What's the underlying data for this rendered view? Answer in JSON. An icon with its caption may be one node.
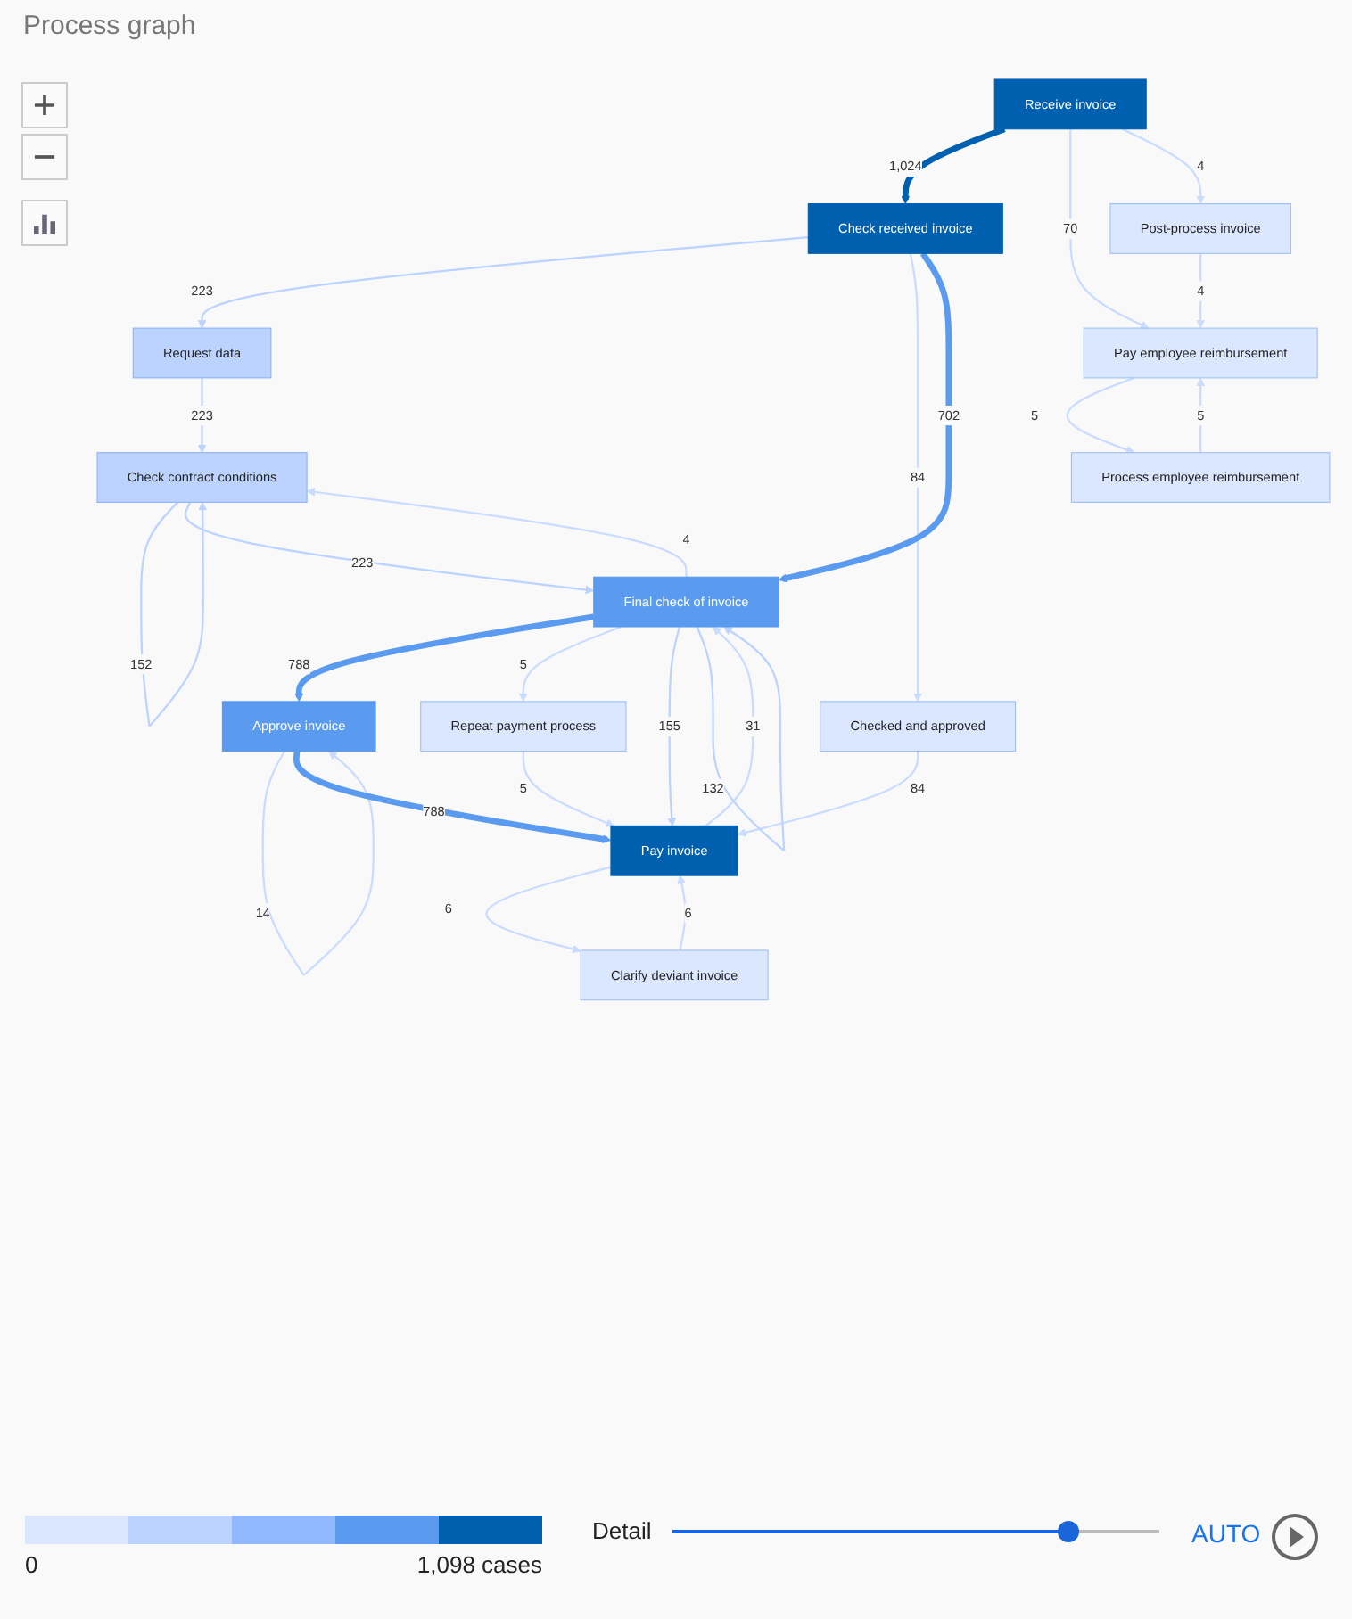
{
  "diagram": {
    "title": "Process graph",
    "nodes": [
      {
        "text": [
          "Receive invoice"
        ]
      },
      {
        "text": [
          "Pay employee reimbursement"
        ]
      },
      {
        "text": [
          "Process employee reimbursement"
        ]
      },
      {
        "text": [
          "Check received invoice"
        ]
      },
      {
        "text": [
          "Checked and approved"
        ]
      },
      {
        "text": [
          "Request data"
        ]
      },
      {
        "text": [
          "Post-process invoice"
        ]
      },
      {
        "text": [
          "Check contract conditions"
        ]
      },
      {
        "text": [
          "Final check of invoice"
        ]
      },
      {
        "text": [
          "Approve invoice"
        ]
      },
      {
        "text": [
          "Repeat payment process"
        ]
      },
      {
        "text": [
          "Pay invoice"
        ]
      },
      {
        "text": [
          "Clarify deviant invoice"
        ]
      }
    ],
    "edges": [
      {
        "from": 0,
        "to": 3,
        "arrow": "to",
        "label": "1,024",
        "style": "thick",
        "color": "#0060b0"
      },
      {
        "from": 3,
        "to": 5,
        "arrow": "to",
        "label": "223",
        "color": "#bcd3ff"
      },
      {
        "from": 5,
        "to": 7,
        "arrow": "to",
        "label": "223",
        "color": "#bcd3ff"
      },
      {
        "from": 7,
        "to": 7,
        "arrow": "to",
        "label": "152",
        "color": "#bcd3ff"
      },
      {
        "from": 7,
        "to": 8,
        "arrow": "to",
        "label": "223",
        "color": "#bcd3ff"
      },
      {
        "from": 8,
        "to": 9,
        "arrow": "to",
        "label": "788",
        "style": "thick",
        "color": "#5b9bef"
      },
      {
        "from": 9,
        "to": 9,
        "arrow": "to",
        "label": "14"
      },
      {
        "from": 9,
        "to": 11,
        "arrow": "to",
        "label": "788",
        "style": "thick",
        "color": "#5b9bef"
      },
      {
        "from": 11,
        "to": 12,
        "arrow": "to",
        "label": "6"
      },
      {
        "from": 12,
        "to": 11,
        "arrow": "to",
        "label": "6"
      },
      {
        "from": 11,
        "to": 8,
        "arrow": "to",
        "label": "31"
      },
      {
        "from": 8,
        "to": 7,
        "arrow": "to",
        "label": "4"
      },
      {
        "from": 8,
        "to": 10,
        "arrow": "to",
        "label": "5"
      },
      {
        "from": 10,
        "to": 11,
        "arrow": "to",
        "label": "5"
      },
      {
        "from": 8,
        "to": 11,
        "arrow": "to",
        "label": "155",
        "color": "#bcd3ff"
      },
      {
        "from": 3,
        "to": 4,
        "arrow": "to",
        "label": "84"
      },
      {
        "from": 4,
        "to": 11,
        "arrow": "to",
        "label": "84"
      },
      {
        "from": 3,
        "to": 8,
        "arrow": "to",
        "label": "702",
        "style": "thick",
        "color": "#5b9bef"
      },
      {
        "from": 0,
        "to": 1,
        "arrow": "to",
        "label": "70"
      },
      {
        "from": 1,
        "to": 2,
        "arrow": "to",
        "label": "5"
      },
      {
        "from": 2,
        "to": 1,
        "arrow": "to",
        "label": "5"
      },
      {
        "from": 0,
        "to": 6,
        "arrow": "to",
        "label": "4"
      },
      {
        "from": 6,
        "to": 1,
        "arrow": "to",
        "label": "4"
      },
      {
        "from": 8,
        "to": 8,
        "arrow": "to",
        "label": "132",
        "color": "#bcd3ff"
      }
    ],
    "labels": [
      "0",
      "1,098 cases",
      "Detail",
      "AUTO"
    ]
  }
}
